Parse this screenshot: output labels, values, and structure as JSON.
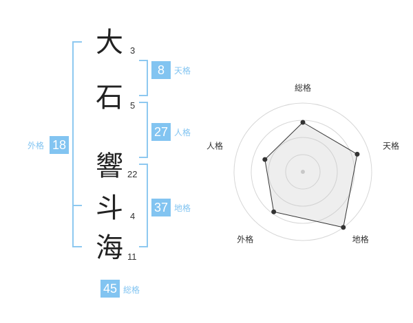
{
  "characters": [
    {
      "char": "大",
      "strokes": "3"
    },
    {
      "char": "石",
      "strokes": "5"
    },
    {
      "char": "響",
      "strokes": "22"
    },
    {
      "char": "斗",
      "strokes": "4"
    },
    {
      "char": "海",
      "strokes": "11"
    }
  ],
  "scores": {
    "tenkaku": {
      "value": "8",
      "label": "天格"
    },
    "jinkaku": {
      "value": "27",
      "label": "人格"
    },
    "chikaku": {
      "value": "37",
      "label": "地格"
    },
    "gaikaku": {
      "value": "18",
      "label": "外格"
    },
    "soukaku": {
      "value": "45",
      "label": "総格"
    }
  },
  "colors": {
    "accent": "#82c4f1",
    "bracket": "#8dc8f0",
    "text": "#222222"
  },
  "chart_data": {
    "type": "radar",
    "categories": [
      "総格",
      "天格",
      "地格",
      "外格",
      "人格"
    ],
    "values": [
      0.72,
      0.83,
      1.0,
      0.72,
      0.58
    ],
    "rings": 4,
    "range": [
      0,
      1
    ]
  }
}
